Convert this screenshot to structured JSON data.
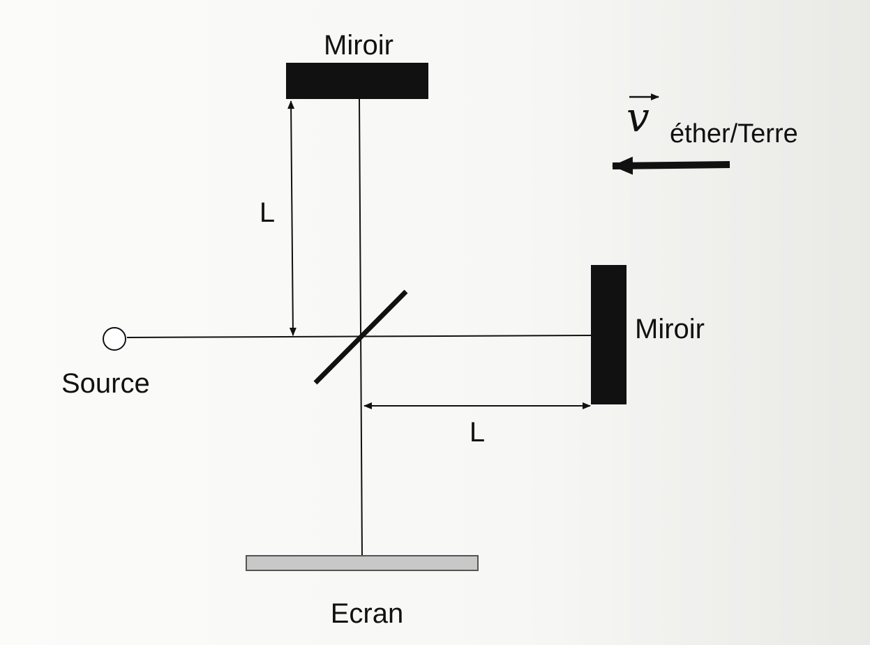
{
  "labels": {
    "mirror_top": "Miroir",
    "mirror_right": "Miroir",
    "source": "Source",
    "screen": "Ecran",
    "length_vertical": "L",
    "length_horizontal": "L",
    "velocity_symbol": "v",
    "velocity_subscript": "éther/Terre"
  },
  "colors": {
    "ink": "#111111",
    "screen_fill": "#c8c8c8",
    "screen_stroke": "#555555"
  }
}
